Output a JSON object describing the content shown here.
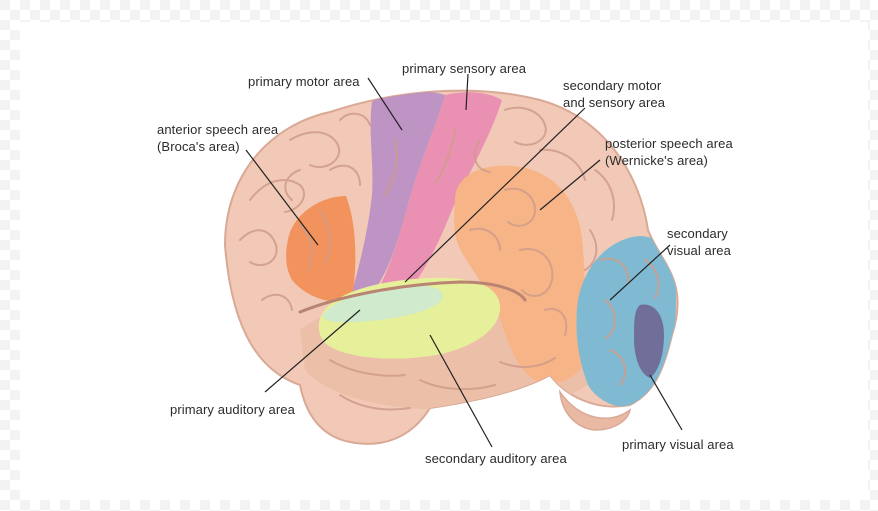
{
  "labels": {
    "primary_motor": "primary motor area",
    "primary_sensory": "primary sensory area",
    "secondary_motor_sensory": [
      "secondary motor",
      "and sensory area"
    ],
    "anterior_speech": [
      "anterior speech area",
      "(Broca's area)"
    ],
    "posterior_speech": [
      "posterior speech area",
      "(Wernicke's area)"
    ],
    "secondary_visual": [
      "secondary",
      "visual area"
    ],
    "primary_auditory": "primary auditory area",
    "secondary_auditory": "secondary auditory area",
    "primary_visual": "primary visual area"
  },
  "colors": {
    "brain": "#f1c9b6",
    "brain_shadow": "#d9a996",
    "gyrus_line": "#cf9c8a",
    "primary_motor": "#b88fc4",
    "primary_sensory": "#e98bb3",
    "broca": "#f2925c",
    "wernicke": "#f7b487",
    "primary_auditory": "#cfeacc",
    "secondary_auditory": "#e6ef9a",
    "secondary_visual": "#7fbad2",
    "primary_visual": "#6f6f9a",
    "leader_line": "#222222"
  }
}
